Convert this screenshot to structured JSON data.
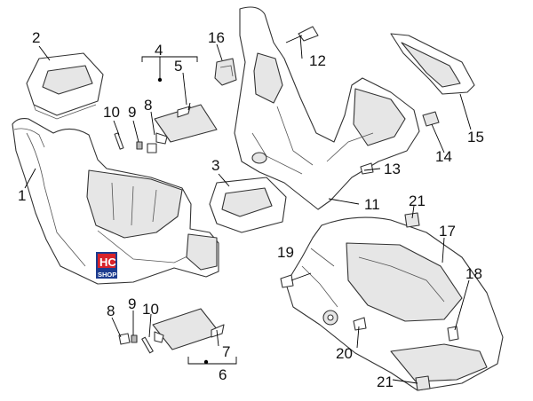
{
  "callouts": {
    "c1": "1",
    "c2": "2",
    "c3": "3",
    "c4": "4",
    "c5": "5",
    "c6": "6",
    "c7": "7",
    "c8a": "8",
    "c8b": "8",
    "c9a": "9",
    "c9b": "9",
    "c10a": "10",
    "c10b": "10",
    "c11": "11",
    "c12": "12",
    "c13": "13",
    "c14": "14",
    "c15": "15",
    "c16": "16",
    "c17": "17",
    "c18": "18",
    "c19": "19",
    "c20": "20",
    "c21a": "21",
    "c21b": "21"
  },
  "logo": {
    "line1": "HC",
    "line2": "SHOP"
  },
  "colors": {
    "logo_red": "#d8222a",
    "logo_blue": "#1d3c8f"
  }
}
